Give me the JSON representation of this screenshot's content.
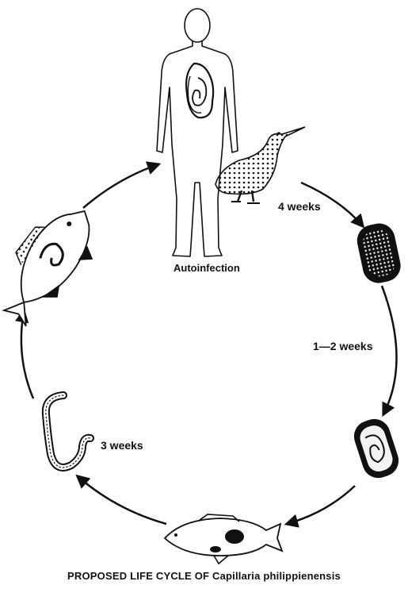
{
  "labels": {
    "autoinfection": "Autoinfection",
    "four_weeks": "4 weeks",
    "one_two_weeks": "1—2 weeks",
    "three_weeks": "3 weeks"
  },
  "caption": "PROPOSED LIFE CYCLE OF Capillaria philippienensis",
  "colors": {
    "ink": "#111111",
    "background": "#ffffff"
  }
}
